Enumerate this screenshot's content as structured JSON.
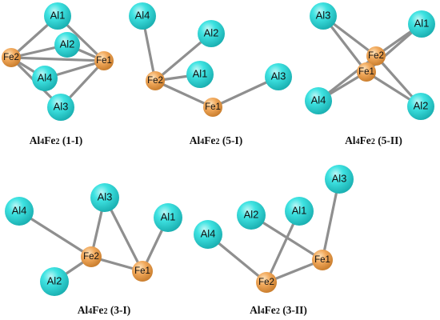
{
  "colors": {
    "al": "#35dedd",
    "fe": "#f0a85a",
    "bond": "#8f8f8f"
  },
  "structures": [
    {
      "caption": {
        "prefix": "Al",
        "n1": "4",
        "mid": "Fe",
        "n2": "2",
        "tag": " (1-I)"
      },
      "atoms": [
        {
          "label": "Al1",
          "el": "al"
        },
        {
          "label": "Al2",
          "el": "al"
        },
        {
          "label": "Fe2",
          "el": "fe"
        },
        {
          "label": "Fe1",
          "el": "fe"
        },
        {
          "label": "Al4",
          "el": "al"
        },
        {
          "label": "Al3",
          "el": "al"
        }
      ]
    },
    {
      "caption": {
        "prefix": "Al",
        "n1": "4",
        "mid": "Fe",
        "n2": "2",
        "tag": " (5-I)"
      },
      "atoms": [
        {
          "label": "Al4",
          "el": "al"
        },
        {
          "label": "Al2",
          "el": "al"
        },
        {
          "label": "Fe2",
          "el": "fe"
        },
        {
          "label": "Al1",
          "el": "al"
        },
        {
          "label": "Al3",
          "el": "al"
        },
        {
          "label": "Fe1",
          "el": "fe"
        }
      ]
    },
    {
      "caption": {
        "prefix": "Al",
        "n1": "4",
        "mid": "Fe",
        "n2": "2",
        "tag": " (5-II)"
      },
      "atoms": [
        {
          "label": "Al3",
          "el": "al"
        },
        {
          "label": "Al1",
          "el": "al"
        },
        {
          "label": "Fe2",
          "el": "fe"
        },
        {
          "label": "Fe1",
          "el": "fe"
        },
        {
          "label": "Al4",
          "el": "al"
        },
        {
          "label": "Al2",
          "el": "al"
        }
      ]
    },
    {
      "caption": {
        "prefix": "Al",
        "n1": "4",
        "mid": "Fe",
        "n2": "2",
        "tag": " (3-I)"
      },
      "atoms": [
        {
          "label": "Al4",
          "el": "al"
        },
        {
          "label": "Al3",
          "el": "al"
        },
        {
          "label": "Al1",
          "el": "al"
        },
        {
          "label": "Fe2",
          "el": "fe"
        },
        {
          "label": "Al2",
          "el": "al"
        },
        {
          "label": "Fe1",
          "el": "fe"
        }
      ]
    },
    {
      "caption": {
        "prefix": "Al",
        "n1": "4",
        "mid": "Fe",
        "n2": "2",
        "tag": " (3-II)"
      },
      "atoms": [
        {
          "label": "Al3",
          "el": "al"
        },
        {
          "label": "Al2",
          "el": "al"
        },
        {
          "label": "Al1",
          "el": "al"
        },
        {
          "label": "Al4",
          "el": "al"
        },
        {
          "label": "Fe1",
          "el": "fe"
        },
        {
          "label": "Fe2",
          "el": "fe"
        }
      ]
    }
  ]
}
